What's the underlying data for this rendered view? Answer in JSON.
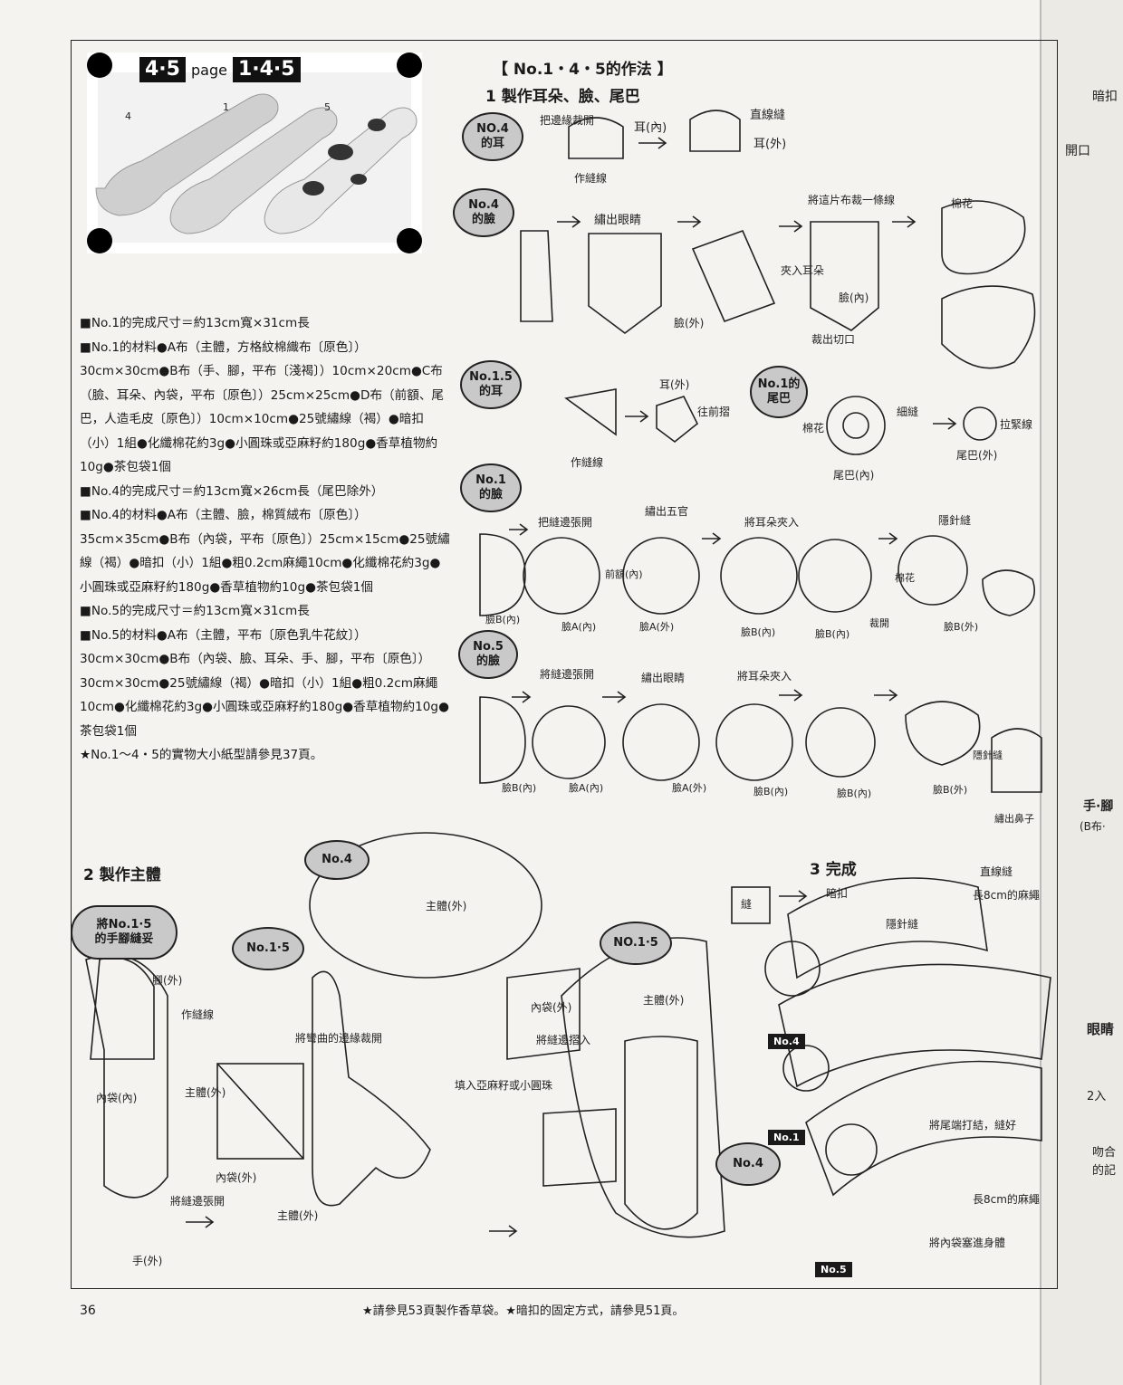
{
  "header": {
    "tag_left": "4·5",
    "tag_page": "page",
    "tag_right": "1·4·5"
  },
  "photo_labels": [
    "4",
    "1",
    "5"
  ],
  "method_title": "【 No.1・4・5的作法 】",
  "section1_title": "1  製作耳朵、臉、尾巴",
  "section2_title": "2  製作主體",
  "section3_title": "3  完成",
  "materials": [
    "■No.1的完成尺寸＝約13cm寬×31cm長",
    "■No.1的材料●A布（主體，方格紋棉織布〔原色〕）30cm×30cm●B布（手、腳，平布〔淺褐〕）10cm×20cm●C布（臉、耳朵、內袋，平布〔原色〕）25cm×25cm●D布（前額、尾巴，人造毛皮〔原色〕）10cm×10cm●25號繡線（褐）●暗扣（小）1組●化纖棉花約3g●小圓珠或亞麻籽約180g●香草植物約10g●茶包袋1個",
    "■No.4的完成尺寸＝約13cm寬×26cm長（尾巴除外）",
    "■No.4的材料●A布（主體、臉，棉質絨布〔原色〕）35cm×35cm●B布（內袋，平布〔原色〕）25cm×15cm●25號繡線（褐）●暗扣（小）1組●粗0.2cm麻繩10cm●化纖棉花約3g●小圓珠或亞麻籽約180g●香草植物約10g●茶包袋1個",
    "■No.5的完成尺寸＝約13cm寬×31cm長",
    "■No.5的材料●A布（主體，平布〔原色乳牛花紋〕）30cm×30cm●B布（內袋、臉、耳朵、手、腳，平布〔原色〕）30cm×30cm●25號繡線（褐）●暗扣（小）1組●粗0.2cm麻繩10cm●化纖棉花約3g●小圓珠或亞麻籽約180g●香草植物約10g●茶包袋1個",
    "★No.1～4・5的實物大小紙型請參見37頁。"
  ],
  "bubbles": {
    "no4_ear": "NO.4\n的耳",
    "no4_face": "No.4\n的臉",
    "no15_ear": "No.1.5\n的耳",
    "no145_tail": "No.1的\n尾巴",
    "no1_face": "No.1\n的臉",
    "no5_face": "No.5\n的臉",
    "no4_body": "No.4",
    "no15_body": "No.1·5",
    "no15_hands": "將No.1·5\n的手腳縫妥",
    "no15_body2": "NO.1·5",
    "no4_body2": "No.4"
  },
  "step_labels": {
    "ear_a": "把邊緣裁開",
    "ear_b": "耳(內)",
    "ear_c": "作縫線",
    "ear_d": "直線縫",
    "ear_e": "耳(外)",
    "face4_a": "繡出眼睛",
    "face4_b": "將這片布裁一條線",
    "face4_c": "臉(內)",
    "face4_d": "臉(外)",
    "face4_e": "夾入耳朵",
    "face4_f": "棉花",
    "face4_g": "裁出切口",
    "ear15_a": "耳(外)",
    "ear15_b": "往前摺",
    "ear15_c": "作縫線",
    "tail_a": "細縫",
    "tail_b": "拉緊線",
    "tail_c": "尾巴(內)",
    "tail_d": "尾巴(外)",
    "tail_e": "棉花",
    "face1_a": "把縫邊張開",
    "face1_b": "繡出五官",
    "face1_c": "將耳朵夾入",
    "face1_d": "隱針縫",
    "face1_e": "臉B(內)",
    "face1_f": "臉A(內)",
    "face1_g": "臉A(外)",
    "face1_h": "臉B(內)",
    "face1_i": "臉B(內)",
    "face1_j": "裁開",
    "face1_k": "臉B(外)",
    "face1_l": "前額(內)",
    "face1_m": "棉花",
    "face5_a": "將縫邊張開",
    "face5_b": "繡出眼睛",
    "face5_c": "將耳朵夾入",
    "face5_d": "臉B(內)",
    "face5_e": "臉A(內)",
    "face5_f": "臉A(外)",
    "face5_g": "臉B(內)",
    "face5_h": "臉B(內)",
    "face5_i": "臉B(外)",
    "face5_j": "隱針縫",
    "face5_k": "繡出鼻子",
    "body_a": "腳(外)",
    "body_b": "作縫線",
    "body_c": "內袋(內)",
    "body_d": "主體(外)",
    "body_e": "將縫邊張開",
    "body_f": "手(外)",
    "body_g": "內袋(外)",
    "body_h": "主體(外)",
    "body_i": "將彎曲的邊緣裁開",
    "body_j": "主體(外)",
    "body_k": "內袋(外)",
    "body_l": "將縫邊摺入",
    "body_m": "填入亞麻籽或小圓珠",
    "body_n": "主體(外)",
    "finish_a": "直線縫",
    "finish_b": "長8cm的麻繩",
    "finish_c": "暗扣",
    "finish_d": "隱針縫",
    "finish_e": "縫",
    "finish_f": "將尾端打結，縫好",
    "finish_g": "長8cm的麻繩",
    "finish_h": "將內袋塞進身體"
  },
  "no_labels": [
    "No.4",
    "No.1",
    "No.5"
  ],
  "page_number": "36",
  "footer": "★請參見53頁製作香草袋。★暗扣的固定方式，請參見51頁。",
  "right_page_labels": [
    "暗扣",
    "開口",
    "手·腳",
    "(B布·",
    "眼睛",
    "2入",
    "吻合",
    "的記"
  ]
}
